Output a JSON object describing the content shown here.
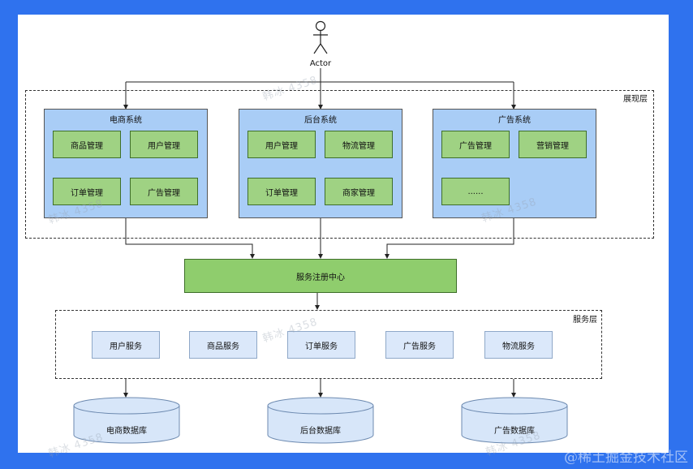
{
  "actor": {
    "label": "Actor"
  },
  "presentation_layer": {
    "label": "展现层",
    "systems": [
      {
        "title": "电商系统",
        "modules": [
          "商品管理",
          "用户管理",
          "订单管理",
          "广告管理"
        ]
      },
      {
        "title": "后台系统",
        "modules": [
          "用户管理",
          "物流管理",
          "订单管理",
          "商家管理"
        ]
      },
      {
        "title": "广告系统",
        "modules": [
          "广告管理",
          "营销管理",
          "......"
        ]
      }
    ]
  },
  "registry": {
    "label": "服务注册中心"
  },
  "service_layer": {
    "label": "服务层",
    "services": [
      "用户服务",
      "商品服务",
      "订单服务",
      "广告服务",
      "物流服务"
    ]
  },
  "databases": [
    "电商数据库",
    "后台数据库",
    "广告数据库"
  ],
  "watermark": "韩冰 4358",
  "footer_mark": "@稀土掘金技术社区",
  "colors": {
    "background": "#2f72ee",
    "system_fill": "#a9cdf6",
    "module_fill": "#9fd283",
    "registry_fill": "#8fcd6d",
    "service_fill": "#dbe8fa",
    "db_fill": "#d7e6f9"
  }
}
